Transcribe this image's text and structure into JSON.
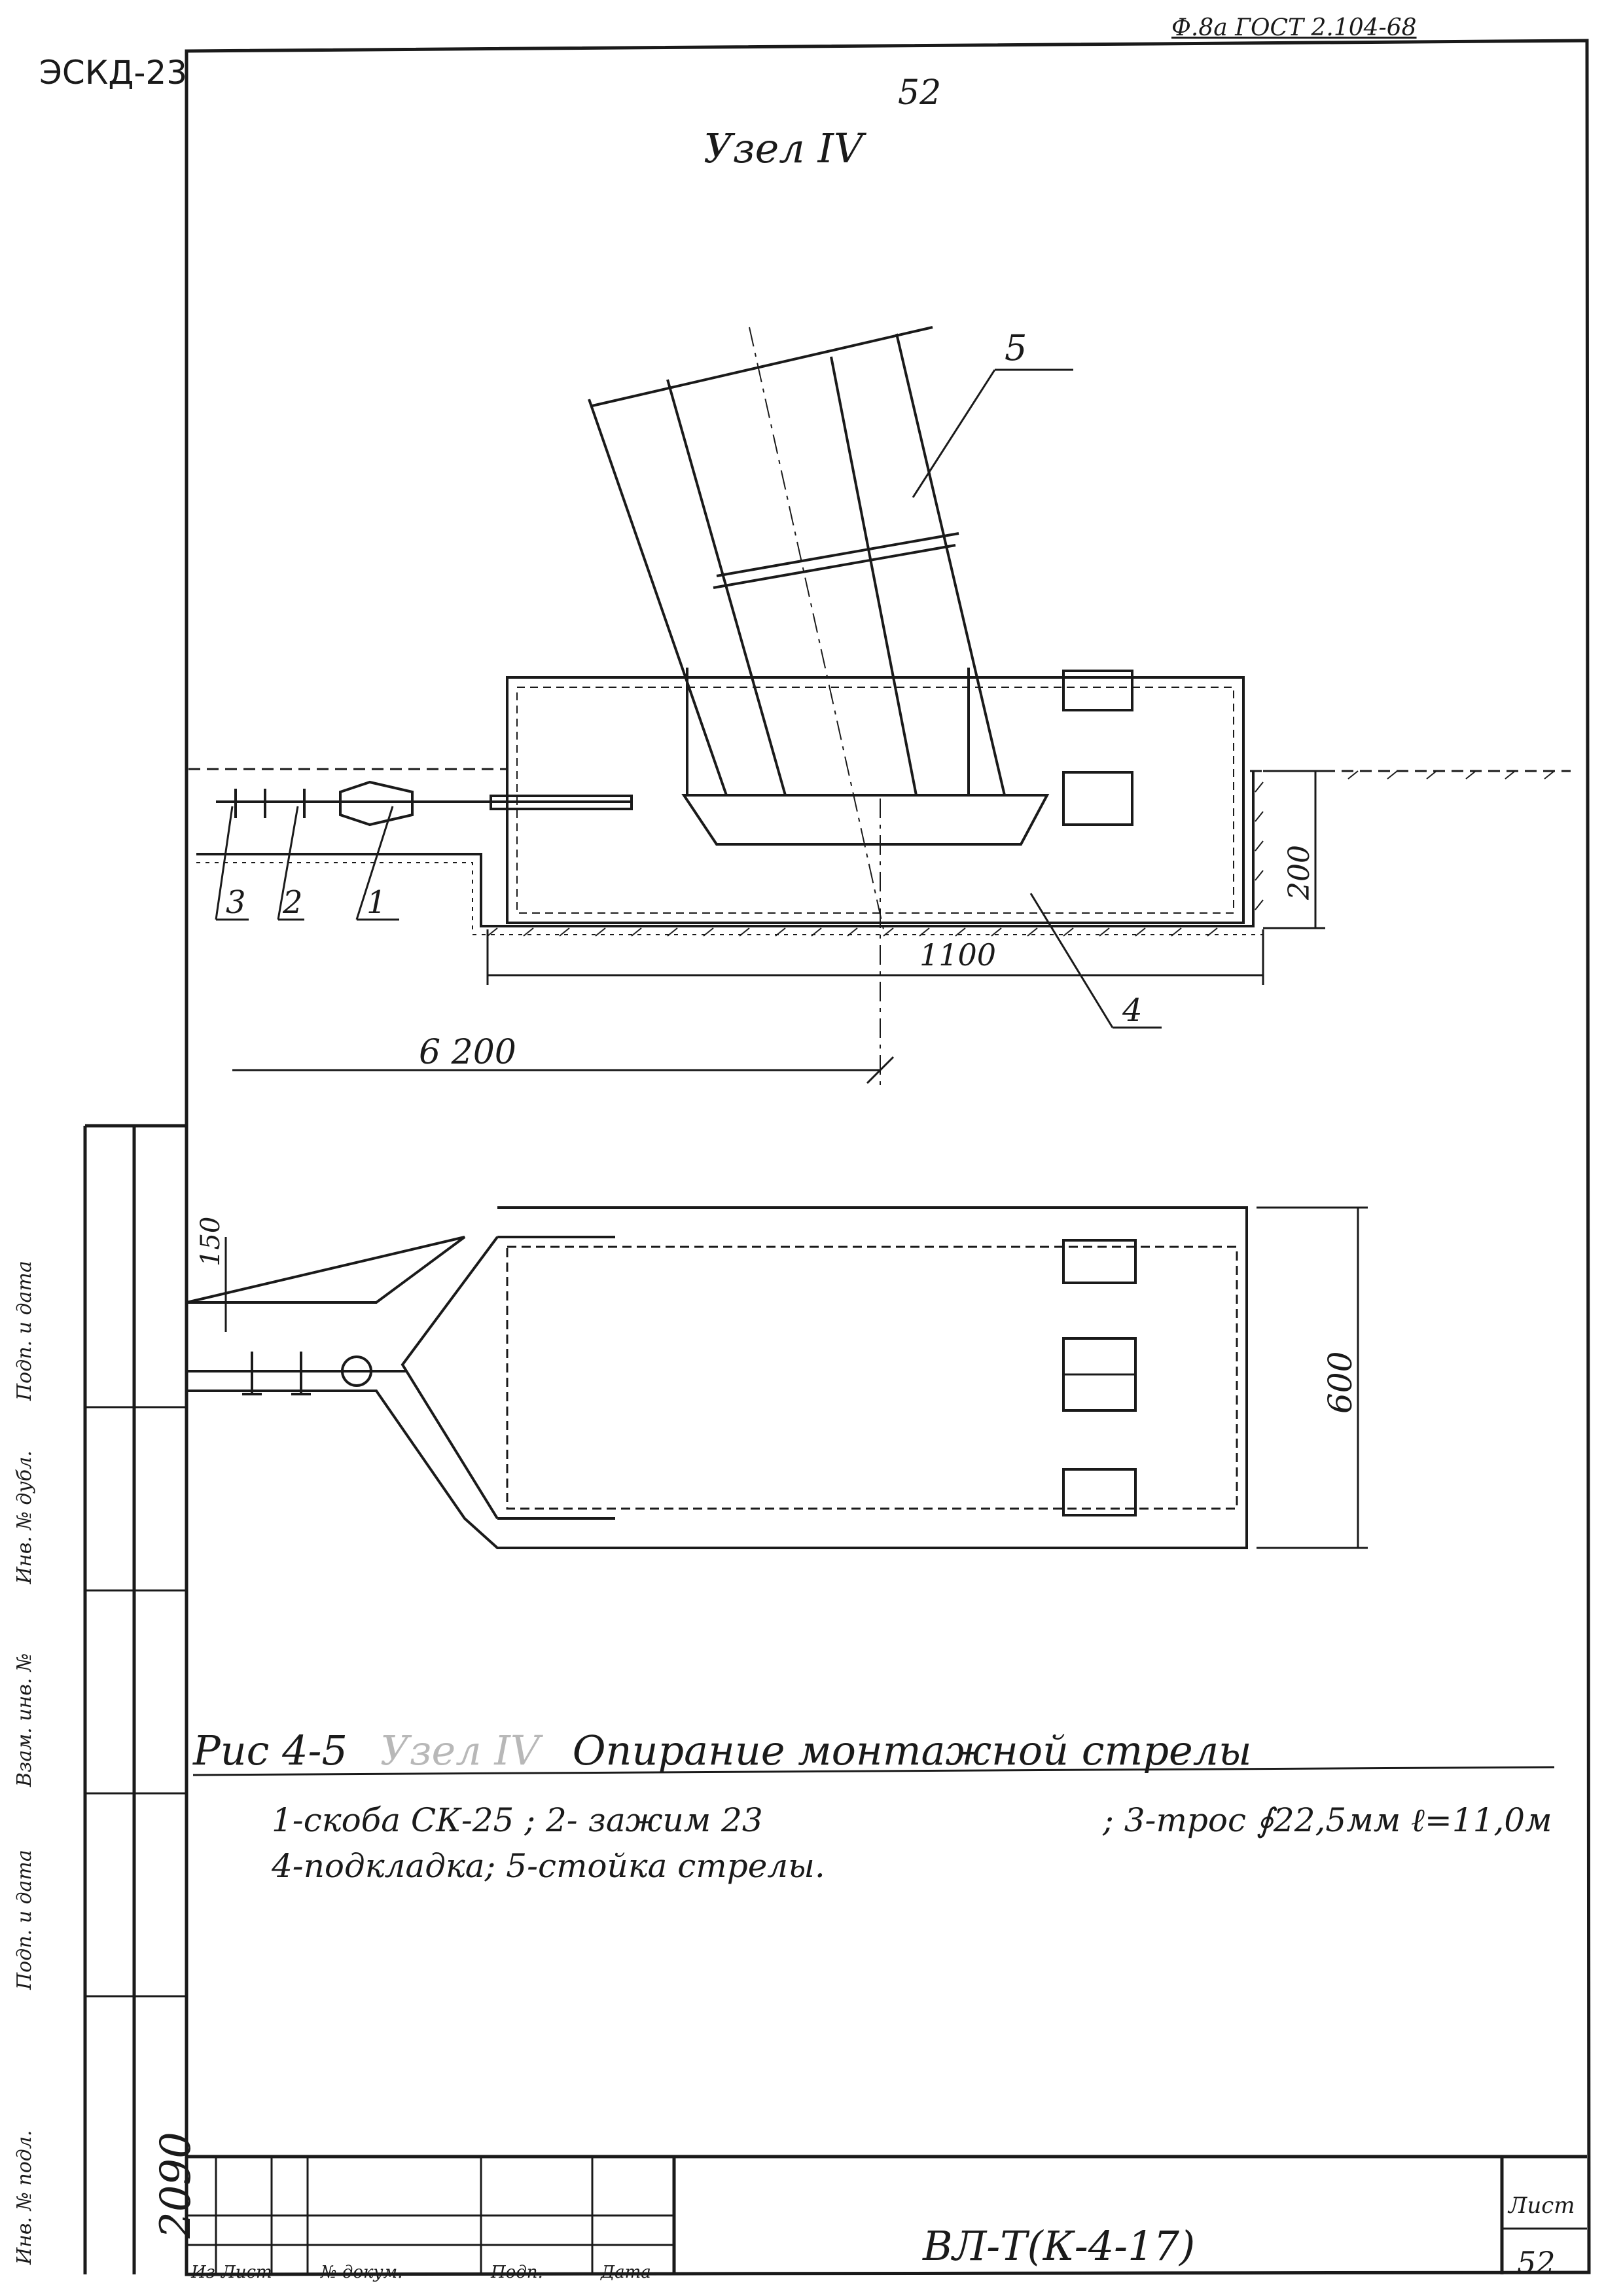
{
  "sheet": {
    "corner_code": "ЭСКД-23",
    "form_reference": "Ф.8а ГОСТ 2.104-68",
    "page_number_top": "52",
    "node_title": "Узел IV"
  },
  "drawing": {
    "callouts": [
      "5",
      "3",
      "2",
      "1",
      "4"
    ],
    "dimensions": {
      "depth": "200",
      "pad_length": "1100",
      "distance": "6 200",
      "width_plan": "600",
      "offset_plan": "150"
    }
  },
  "caption": {
    "fig_number": "Рис 4-5",
    "faded_label": "Узел IV",
    "title": "Опирание монтажной стрелы"
  },
  "legend": {
    "line1": "1-скоба СК-25 ; 2- зажим 23",
    "line1_right": "; 3-трос ∮22,5мм ℓ=11,0м",
    "line2": "4-подкладка; 5-стойка стрелы."
  },
  "title_block": {
    "doc_code": "ВЛ-Т(К-4-17)",
    "sheet_label": "Лист",
    "sheet_number": "52",
    "headers": [
      "Из",
      "Лист",
      "№ докум.",
      "Подп.",
      "Дата"
    ],
    "inventory_stamp": "2090"
  },
  "side_strip": {
    "labels": [
      "Инв. № подл.",
      "Подп. и дата",
      "Взам. инв. №",
      "Инв. № дубл.",
      "Подп. и дата"
    ]
  },
  "colors": {
    "ink": "#1a1a1a",
    "paper": "#ffffff",
    "faded": "#b8b8b8"
  }
}
